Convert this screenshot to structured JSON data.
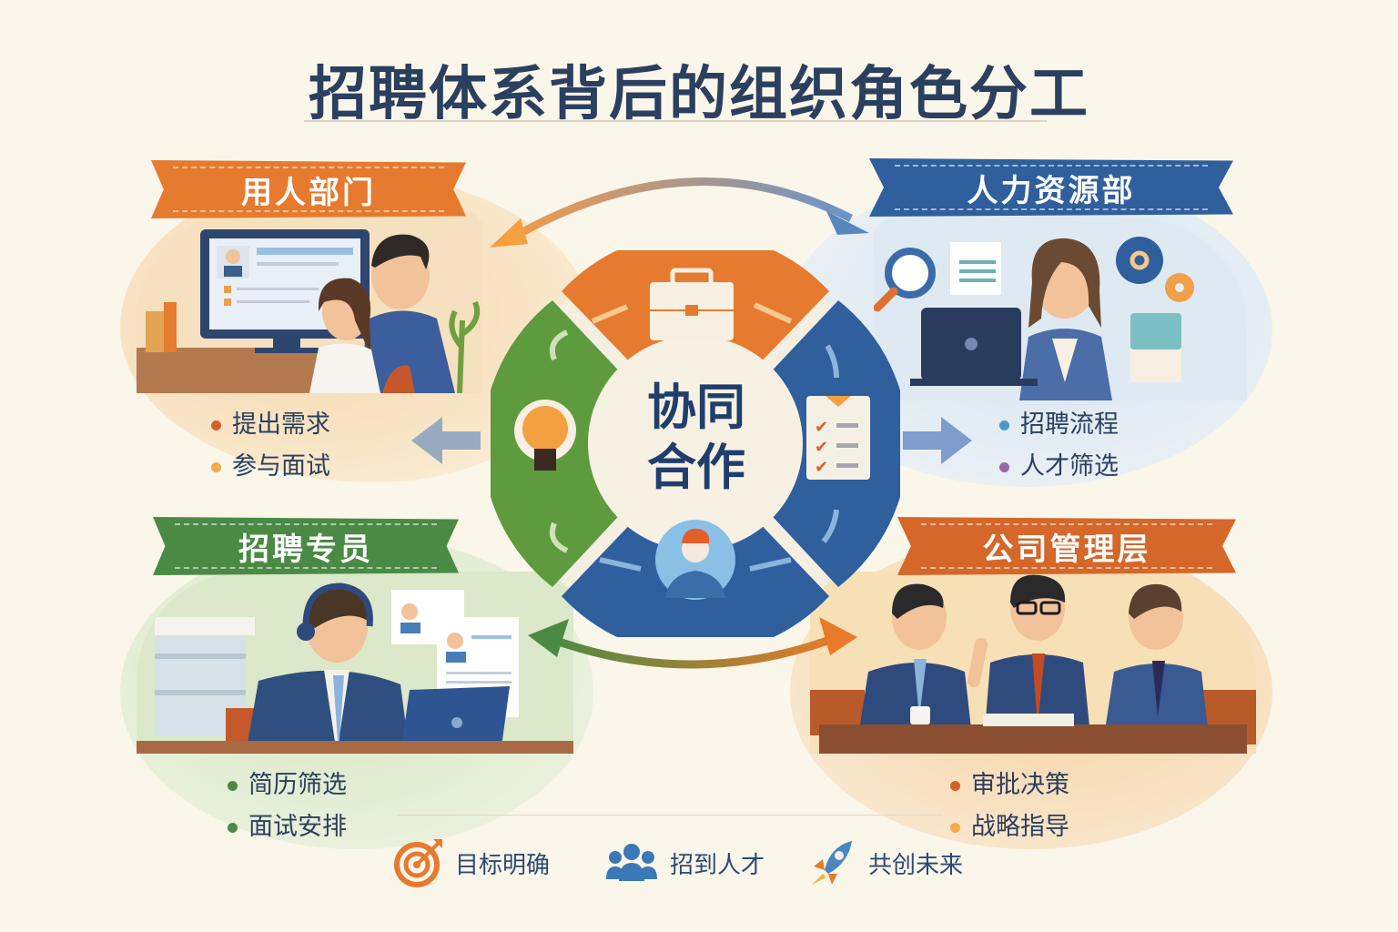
{
  "title": "招聘体系背后的组织角色分工",
  "center": {
    "label_line1": "协同",
    "label_line2": "合作",
    "segments": [
      {
        "position": "top",
        "icon": "briefcase-icon",
        "color": "#e67a2e"
      },
      {
        "position": "right",
        "icon": "checklist-icon",
        "color": "#2f5f9d"
      },
      {
        "position": "bottom",
        "icon": "person-icon",
        "color": "#2f5f9d"
      },
      {
        "position": "left",
        "icon": "lightbulb-icon",
        "color": "#5e9a3e"
      }
    ]
  },
  "quadrants": {
    "top_left": {
      "ribbon": "用人部门",
      "ribbon_color": "#e67a2e",
      "bullets": [
        {
          "text": "提出需求",
          "dot_color": "#d55f2a"
        },
        {
          "text": "参与面试",
          "dot_color": "#f4a94a"
        }
      ]
    },
    "top_right": {
      "ribbon": "人力资源部",
      "ribbon_color": "#2f5f9d",
      "bullets": [
        {
          "text": "招聘流程",
          "dot_color": "#4a9ac8"
        },
        {
          "text": "人才筛选",
          "dot_color": "#9a6aa8"
        }
      ]
    },
    "bottom_left": {
      "ribbon": "招聘专员",
      "ribbon_color": "#4b8a45",
      "bullets": [
        {
          "text": "简历筛选",
          "dot_color": "#4b8a45"
        },
        {
          "text": "面试安排",
          "dot_color": "#4b8a45"
        }
      ]
    },
    "bottom_right": {
      "ribbon": "公司管理层",
      "ribbon_color": "#d5672a",
      "bullets": [
        {
          "text": "审批决策",
          "dot_color": "#d55f2a"
        },
        {
          "text": "战略指导",
          "dot_color": "#f4a94a"
        }
      ]
    }
  },
  "footer": {
    "items": [
      {
        "icon": "target-icon",
        "label": "目标明确"
      },
      {
        "icon": "people-icon",
        "label": "招到人才"
      },
      {
        "icon": "rocket-icon",
        "label": "共创未来"
      }
    ]
  }
}
